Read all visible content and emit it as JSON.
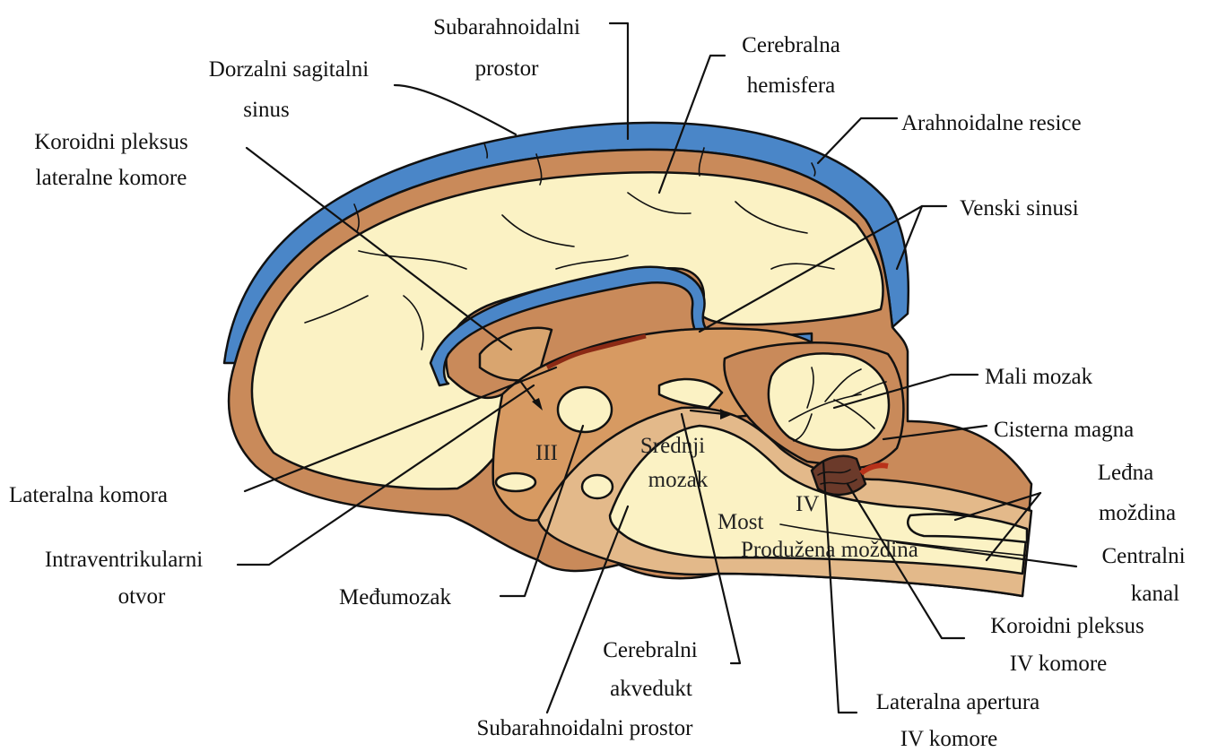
{
  "labels": {
    "subarahnoidalni_prostor_top": [
      "Subarahnoidalni",
      "prostor"
    ],
    "cerebralna_hemisfera": [
      "Cerebralna",
      "hemisfera"
    ],
    "dorzalni_sagitalni_sinus": [
      "Dorzalni sagitalni",
      "sinus"
    ],
    "arahnoidalne_resice": "Arahnoidalne resice",
    "koroidni_pleksus_lateralne": [
      "Koroidni pleksus",
      "lateralne komore"
    ],
    "venski_sinusi": "Venski sinusi",
    "mali_mozak": "Mali mozak",
    "cisterna_magna": "Cisterna magna",
    "ledna_mozdina": [
      "Leđna",
      "moždina"
    ],
    "lateralna_komora": "Lateralna komora",
    "intraventrikularni_otvor": [
      "Intraventrikularni",
      "otvor"
    ],
    "centralni_kanal": [
      "Centralni",
      "kanal"
    ],
    "medumozak": "Međumozak",
    "koroidni_pleksus_iv": [
      "Koroidni pleksus",
      "IV komore"
    ],
    "cerebralni_akvedukt": [
      "Cerebralni",
      "akvedukt"
    ],
    "lateralna_apertura": [
      "Lateralna apertura",
      "IV komore"
    ],
    "subarahnoidalni_prostor_bottom": "Subarahnoidalni prostor"
  },
  "inner_labels": {
    "ventricle_iii": "III",
    "ventricle_iv": "IV",
    "srednji_mozak": [
      "Srednji",
      "mozak"
    ],
    "most": "Most",
    "produzena_mozdina": "Produžena moždina"
  },
  "colors": {
    "venous_blue": "#4a86c8",
    "meninges_brown": "#c98a5a",
    "brain_cream": "#fbf2c4",
    "csf_tan": "#e3b98a",
    "dark_red": "#8b2a15"
  }
}
